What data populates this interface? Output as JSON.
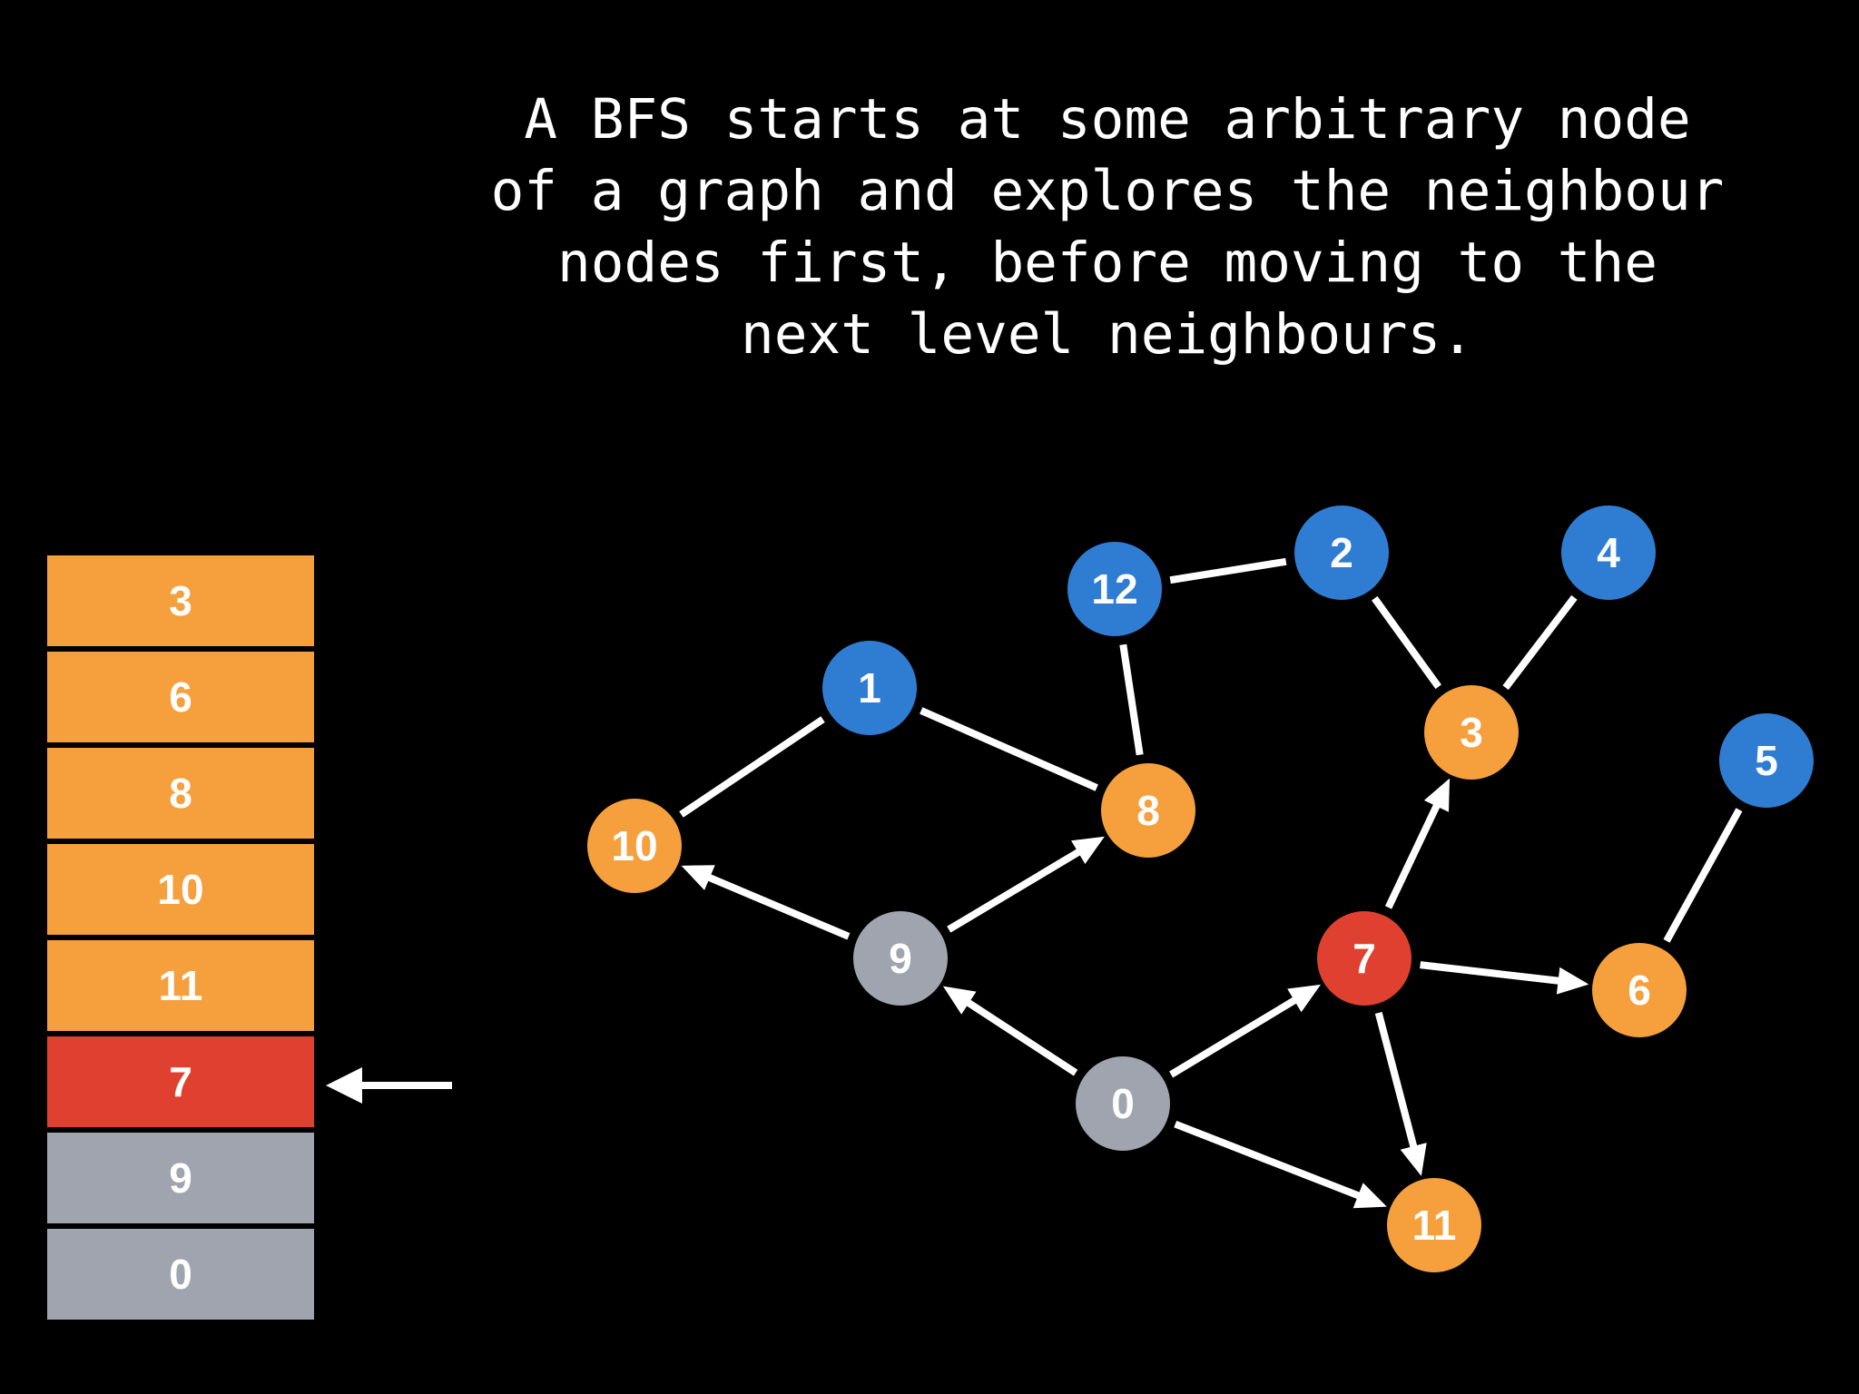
{
  "caption": {
    "lines": [
      "A BFS starts at some arbitrary node",
      "of a graph and explores the neighbour",
      "nodes first, before moving to the",
      "next level neighbours."
    ]
  },
  "colors": {
    "background": "#000000",
    "visited": "#9fa4ae",
    "current": "#e0402f",
    "frontier": "#f5a03c",
    "unvisited": "#2f7dd3",
    "edge": "#ffffff"
  },
  "queue": {
    "items": [
      {
        "label": "3",
        "state": "frontier"
      },
      {
        "label": "6",
        "state": "frontier"
      },
      {
        "label": "8",
        "state": "frontier"
      },
      {
        "label": "10",
        "state": "frontier"
      },
      {
        "label": "11",
        "state": "frontier"
      },
      {
        "label": "7",
        "state": "current"
      },
      {
        "label": "9",
        "state": "visited"
      },
      {
        "label": "0",
        "state": "visited"
      }
    ],
    "pointer_icon": "left-arrow-icon",
    "pointer_at": "7"
  },
  "graph": {
    "nodes": [
      {
        "id": "0",
        "state": "visited"
      },
      {
        "id": "1",
        "state": "unvisited"
      },
      {
        "id": "2",
        "state": "unvisited"
      },
      {
        "id": "3",
        "state": "frontier"
      },
      {
        "id": "4",
        "state": "unvisited"
      },
      {
        "id": "5",
        "state": "unvisited"
      },
      {
        "id": "6",
        "state": "frontier"
      },
      {
        "id": "7",
        "state": "current"
      },
      {
        "id": "8",
        "state": "frontier"
      },
      {
        "id": "9",
        "state": "visited"
      },
      {
        "id": "10",
        "state": "frontier"
      },
      {
        "id": "11",
        "state": "frontier"
      },
      {
        "id": "12",
        "state": "unvisited"
      }
    ],
    "edges": [
      {
        "from": "10",
        "to": "1",
        "directed": false
      },
      {
        "from": "1",
        "to": "8",
        "directed": false
      },
      {
        "from": "12",
        "to": "8",
        "directed": false
      },
      {
        "from": "12",
        "to": "2",
        "directed": false
      },
      {
        "from": "2",
        "to": "3",
        "directed": false
      },
      {
        "from": "4",
        "to": "3",
        "directed": false
      },
      {
        "from": "5",
        "to": "6",
        "directed": false
      },
      {
        "from": "9",
        "to": "10",
        "directed": true
      },
      {
        "from": "9",
        "to": "8",
        "directed": true
      },
      {
        "from": "0",
        "to": "9",
        "directed": true
      },
      {
        "from": "0",
        "to": "7",
        "directed": true
      },
      {
        "from": "0",
        "to": "11",
        "directed": true
      },
      {
        "from": "7",
        "to": "3",
        "directed": true
      },
      {
        "from": "7",
        "to": "6",
        "directed": true
      },
      {
        "from": "7",
        "to": "11",
        "directed": true
      }
    ]
  }
}
